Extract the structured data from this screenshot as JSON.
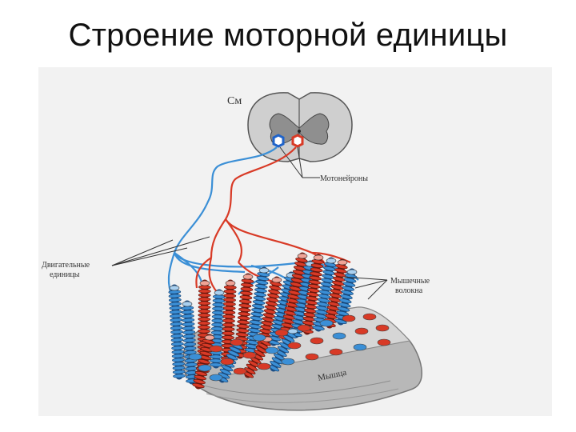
{
  "slide": {
    "title": "Строение моторной единицы"
  },
  "diagram": {
    "spinal_cord_label": "См",
    "motoneurons_label": "Мотонейроны",
    "motor_units_label": [
      "Двигательные",
      "единицы"
    ],
    "muscle_fibers_label": [
      "Мышечные",
      "волокна"
    ],
    "muscle_label": "Мышца"
  },
  "colors": {
    "red_unit": "#d83a26",
    "blue_unit": "#3b8fd6",
    "gray_matter": "#8f8f8f",
    "white_matter": "#cfcfcf",
    "muscle_body": "#b8b8b8",
    "background_panel": "#f2f2f2"
  },
  "legend_note": "red and blue neurons each innervate their own set of muscle fibers"
}
